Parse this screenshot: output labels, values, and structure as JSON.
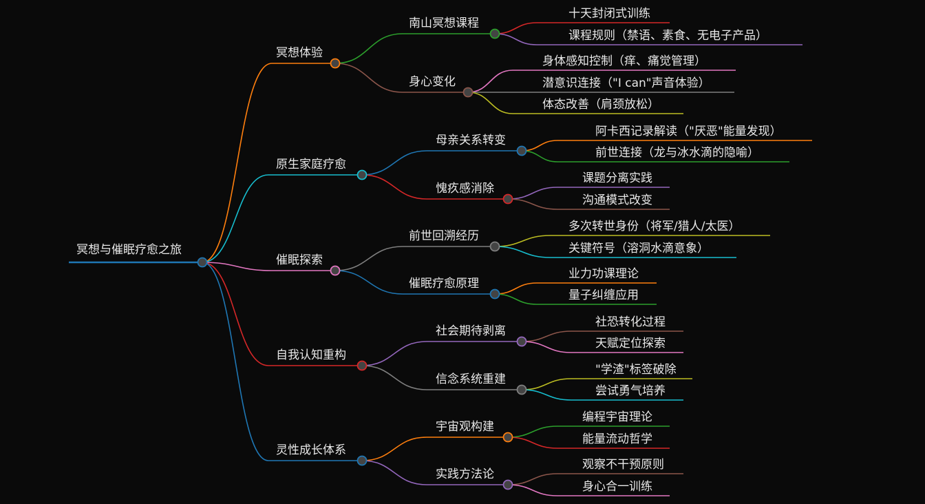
{
  "mindmap": {
    "root": {
      "label": "冥想与催眠疗愈之旅",
      "color": "#1f77b4"
    },
    "branches": [
      {
        "label": "冥想体验",
        "color": "#ff7f0e",
        "children": [
          {
            "label": "南山冥想课程",
            "color": "#2ca02c",
            "children": [
              {
                "label": "十天封闭式训练",
                "color": "#d62728"
              },
              {
                "label": "课程规则（禁语、素食、无电子产品）",
                "color": "#9467bd"
              }
            ]
          },
          {
            "label": "身心变化",
            "color": "#8c564b",
            "children": [
              {
                "label": "身体感知控制（痒、痛觉管理）",
                "color": "#e377c2"
              },
              {
                "label": "潜意识连接（\"I can\"声音体验）",
                "color": "#7f7f7f"
              },
              {
                "label": "体态改善（肩颈放松）",
                "color": "#bcbd22"
              }
            ]
          }
        ]
      },
      {
        "label": "原生家庭疗愈",
        "color": "#17becf",
        "children": [
          {
            "label": "母亲关系转变",
            "color": "#1f77b4",
            "children": [
              {
                "label": "阿卡西记录解读（\"厌恶\"能量发现）",
                "color": "#ff7f0e"
              },
              {
                "label": "前世连接（龙与冰水滴的隐喻）",
                "color": "#2ca02c"
              }
            ]
          },
          {
            "label": "愧疚感消除",
            "color": "#d62728",
            "children": [
              {
                "label": "课题分离实践",
                "color": "#9467bd"
              },
              {
                "label": "沟通模式改变",
                "color": "#8c564b"
              }
            ]
          }
        ]
      },
      {
        "label": "催眠探索",
        "color": "#e377c2",
        "children": [
          {
            "label": "前世回溯经历",
            "color": "#7f7f7f",
            "children": [
              {
                "label": "多次转世身份（将军/猎人/太医）",
                "color": "#bcbd22"
              },
              {
                "label": "关键符号（溶洞水滴意象）",
                "color": "#17becf"
              }
            ]
          },
          {
            "label": "催眠疗愈原理",
            "color": "#1f77b4",
            "children": [
              {
                "label": "业力功课理论",
                "color": "#ff7f0e"
              },
              {
                "label": "量子纠缠应用",
                "color": "#2ca02c"
              }
            ]
          }
        ]
      },
      {
        "label": "自我认知重构",
        "color": "#d62728",
        "children": [
          {
            "label": "社会期待剥离",
            "color": "#9467bd",
            "children": [
              {
                "label": "社恐转化过程",
                "color": "#8c564b"
              },
              {
                "label": "天赋定位探索",
                "color": "#e377c2"
              }
            ]
          },
          {
            "label": "信念系统重建",
            "color": "#7f7f7f",
            "children": [
              {
                "label": "\"学渣\"标签破除",
                "color": "#bcbd22"
              },
              {
                "label": "尝试勇气培养",
                "color": "#17becf"
              }
            ]
          }
        ]
      },
      {
        "label": "灵性成长体系",
        "color": "#1f77b4",
        "children": [
          {
            "label": "宇宙观构建",
            "color": "#ff7f0e",
            "children": [
              {
                "label": "编程宇宙理论",
                "color": "#2ca02c"
              },
              {
                "label": "能量流动哲学",
                "color": "#d62728"
              }
            ]
          },
          {
            "label": "实践方法论",
            "color": "#9467bd",
            "children": [
              {
                "label": "观察不干预原则",
                "color": "#8c564b"
              },
              {
                "label": "身心合一训练",
                "color": "#e377c2"
              }
            ]
          }
        ]
      }
    ]
  }
}
